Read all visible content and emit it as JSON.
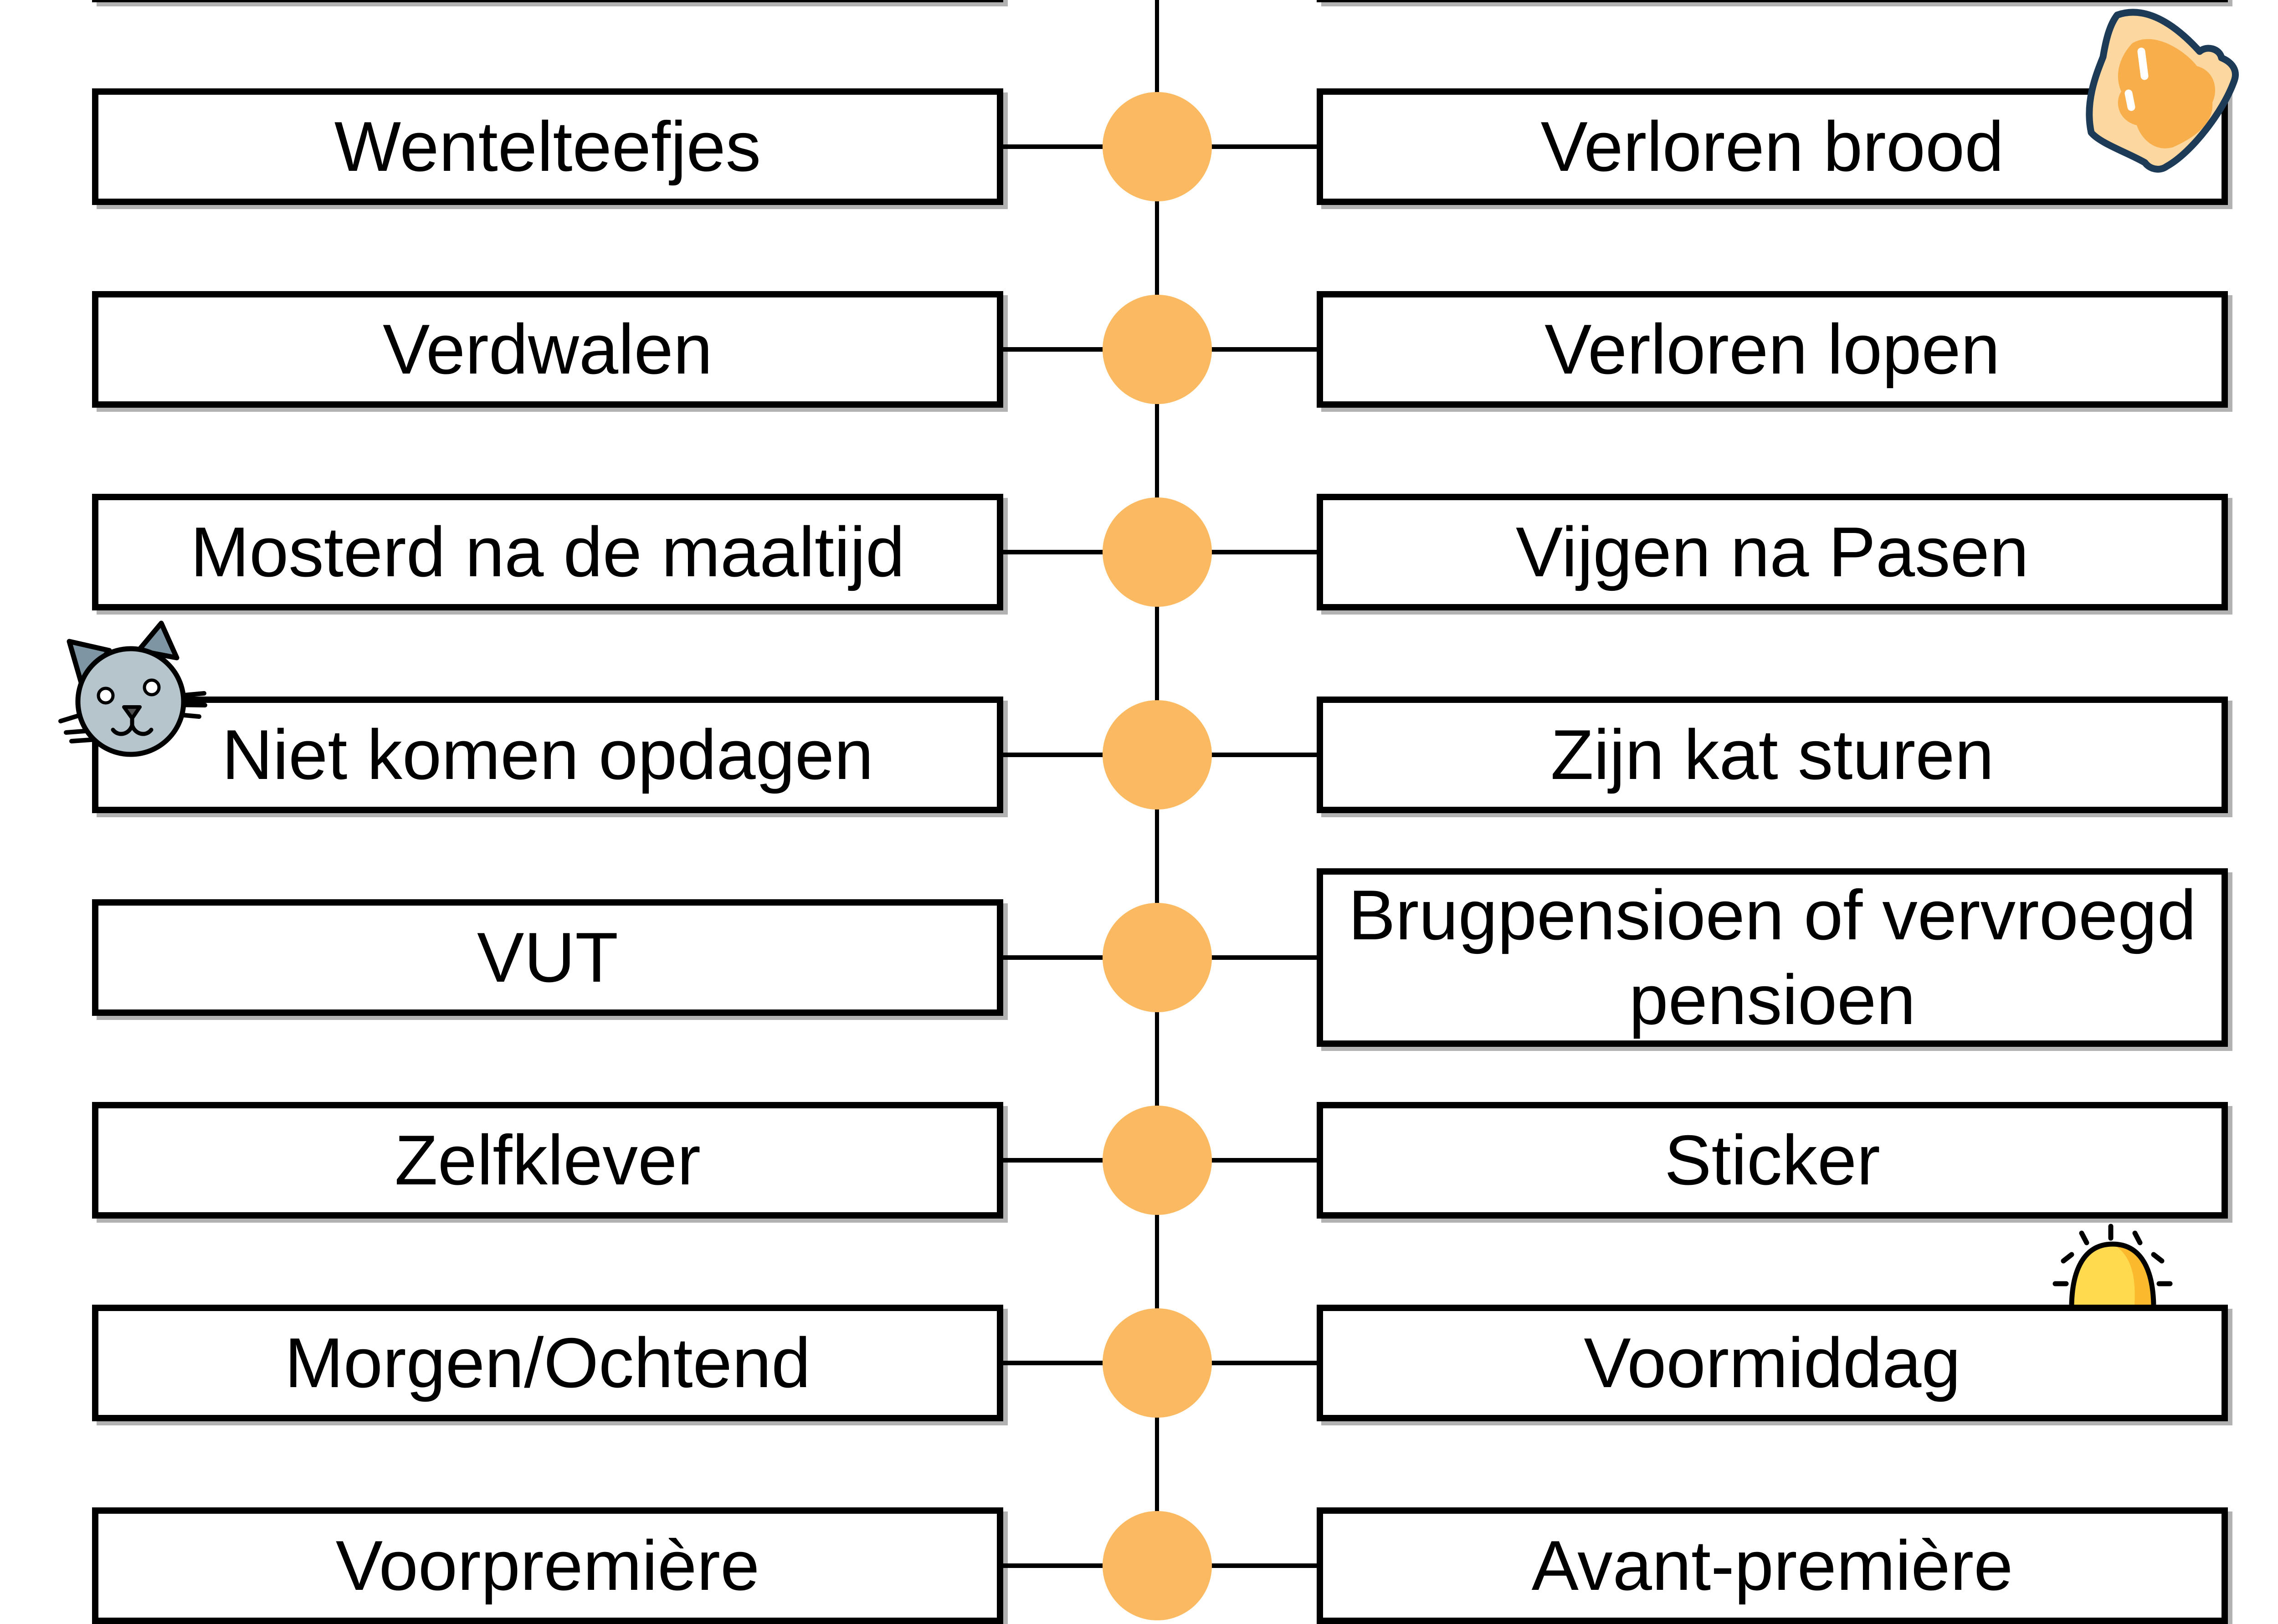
{
  "diagram": {
    "title_hint": "Dutch vs Flemish matching worksheet",
    "colors": {
      "background": "#FFFFFF",
      "box_fill": "#FFFFFF",
      "box_border": "#000000",
      "line": "#000000",
      "dot": "#FBBA61"
    },
    "rows": [
      {
        "left": "",
        "right": ""
      },
      {
        "left": "Wentelteefjes",
        "right": "Verloren brood"
      },
      {
        "left": "Verdwalen",
        "right": "Verloren lopen"
      },
      {
        "left": "Mosterd na de maaltijd",
        "right": "Vijgen na Pasen"
      },
      {
        "left": "Niet komen opdagen",
        "right": "Zijn kat sturen"
      },
      {
        "left": "VUT",
        "right": "Brugpensioen of vervroegd pensioen"
      },
      {
        "left": "Zelfklever",
        "right": "Sticker"
      },
      {
        "left": "Morgen/Ochtend",
        "right": "Voormiddag"
      },
      {
        "left": "Voorpremière",
        "right": "Avant-première"
      }
    ],
    "icons": {
      "toast": {
        "name": "toast-icon",
        "outline": "#1D3A57",
        "bread": "#FCD8A0",
        "butter": "#F8AF4B",
        "shine": "#FFFFFF"
      },
      "cat": {
        "name": "cat-icon",
        "head": "#B6C4CB",
        "ears": "#7E96A3",
        "nose": "#4F4F4F",
        "eyes": "#FFFFFF"
      },
      "sun": {
        "name": "sunrise-icon",
        "body": "#FFD94E",
        "shade": "#FBB92E",
        "rays": "#000000"
      }
    }
  }
}
